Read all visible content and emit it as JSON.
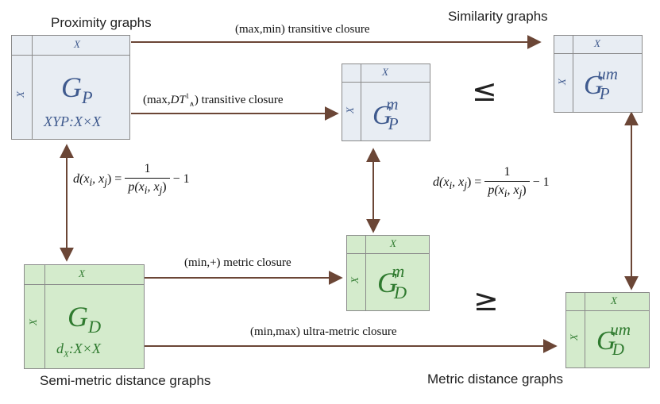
{
  "section_labels": {
    "proximity": "Proximity graphs",
    "similarity": "Similarity graphs",
    "semimetric": "Semi-metric distance graphs",
    "metric": "Metric distance graphs"
  },
  "nodes": {
    "gp": {
      "axis": "X",
      "symbol": "G",
      "sub": "P",
      "sup": "",
      "detail": "XYP:X×X"
    },
    "gpm": {
      "axis": "X",
      "symbol": "G",
      "sub": "P",
      "sup": "m"
    },
    "gpum": {
      "axis": "X",
      "symbol": "G",
      "sub": "P",
      "sup": "um"
    },
    "gd": {
      "axis": "X",
      "symbol": "G",
      "sub": "D",
      "sup": "",
      "detail_main": "d",
      "detail_sub": "X",
      "detail_rest": ":X×X"
    },
    "gdm": {
      "axis": "X",
      "symbol": "G",
      "sub": "D",
      "sup": "m"
    },
    "gdum": {
      "axis": "X",
      "symbol": "G",
      "sub": "D",
      "sup": "um"
    }
  },
  "edges": {
    "maxmin": "(max,min) transitive closure",
    "maxdt_pre": "(max,",
    "maxdt_dt": "DT",
    "maxdt_sup": "1",
    "maxdt_subscript": "∧",
    "maxdt_post": ") transitive closure",
    "minplus": "(min,+) metric closure",
    "minmax": "(min,max) ultra-metric closure"
  },
  "formula": {
    "lhs": "d(x",
    "i": "i",
    "comma": ", x",
    "j": "j",
    "close": ") =",
    "numerator": "1",
    "den_pre": "p(x",
    "den_mid": ", x",
    "den_close": ")",
    "tail": "− 1"
  },
  "relations": {
    "le": "≤",
    "ge": "≥"
  },
  "colors": {
    "blue_fill": "#e8edf3",
    "green_fill": "#d4ebcc",
    "blue_text": "#3f5a8e",
    "green_text": "#2f7a2f",
    "arrow": "#6b4636"
  }
}
